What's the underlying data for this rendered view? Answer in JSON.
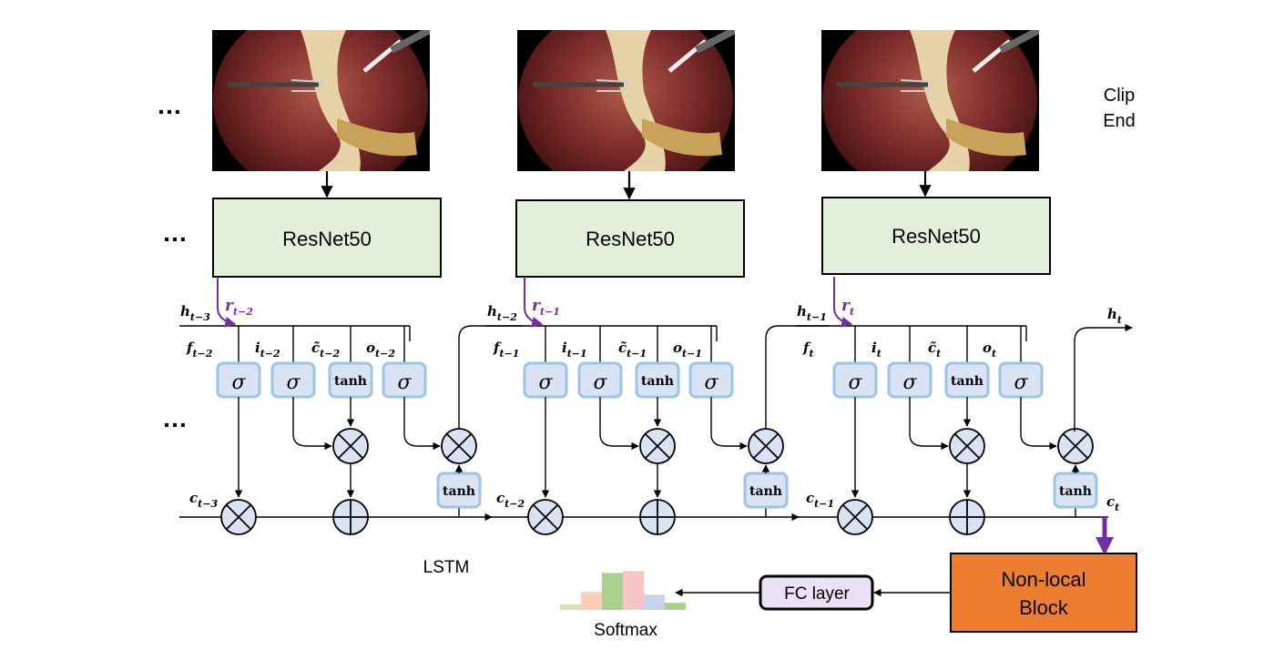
{
  "clip_end_label": [
    "Clip",
    "End"
  ],
  "ellipsis": "…",
  "resnet_label": "ResNet50",
  "lstm_label": "LSTM",
  "softmax_label": "Softmax",
  "fc_label": "FC layer",
  "nonlocal_label": [
    "Non-local",
    "Block"
  ],
  "sigma": "σ",
  "tanh": "tanh",
  "cells": [
    {
      "r": "r",
      "r_sub": "t−2",
      "h_in": "h",
      "h_in_sub": "t−3",
      "c_in": "c",
      "c_in_sub": "t−3",
      "f": "f",
      "f_sub": "t−2",
      "i": "i",
      "i_sub": "t−2",
      "c": "c̃",
      "c_sub": "t−2",
      "o": "o",
      "o_sub": "t−2"
    },
    {
      "r": "r",
      "r_sub": "t−1",
      "h_in": "h",
      "h_in_sub": "t−2",
      "c_in": "c",
      "c_in_sub": "t−2",
      "f": "f",
      "f_sub": "t−1",
      "i": "i",
      "i_sub": "t−1",
      "c": "c̃",
      "c_sub": "t−1",
      "o": "o",
      "o_sub": "t−1"
    },
    {
      "r": "r",
      "r_sub": "t",
      "h_in": "h",
      "h_in_sub": "t−1",
      "c_in": "c",
      "c_in_sub": "t−1",
      "f": "f",
      "f_sub": "t",
      "i": "i",
      "i_sub": "t",
      "c": "c̃",
      "c_sub": "t",
      "o": "o",
      "o_sub": "t"
    }
  ],
  "h_out": "h",
  "h_out_sub": "t",
  "c_out": "c",
  "c_out_sub": "t",
  "softmax_bars": [
    0.12,
    0.38,
    0.78,
    0.82,
    0.32,
    0.15
  ],
  "colors": {
    "resnet_fill": "#e2f0d9",
    "gate_fill": "#dae3f3",
    "gate_stroke": "#9dc3e6",
    "fc_fill": "#e9e1f5",
    "nonlocal_fill": "#ed7d31",
    "purple": "#7030a0",
    "softmax_bars": [
      "#e2dcb8",
      "#f7cfb7",
      "#a9d08e",
      "#f6c6c6",
      "#c5d3ee",
      "#a9d08e"
    ]
  }
}
